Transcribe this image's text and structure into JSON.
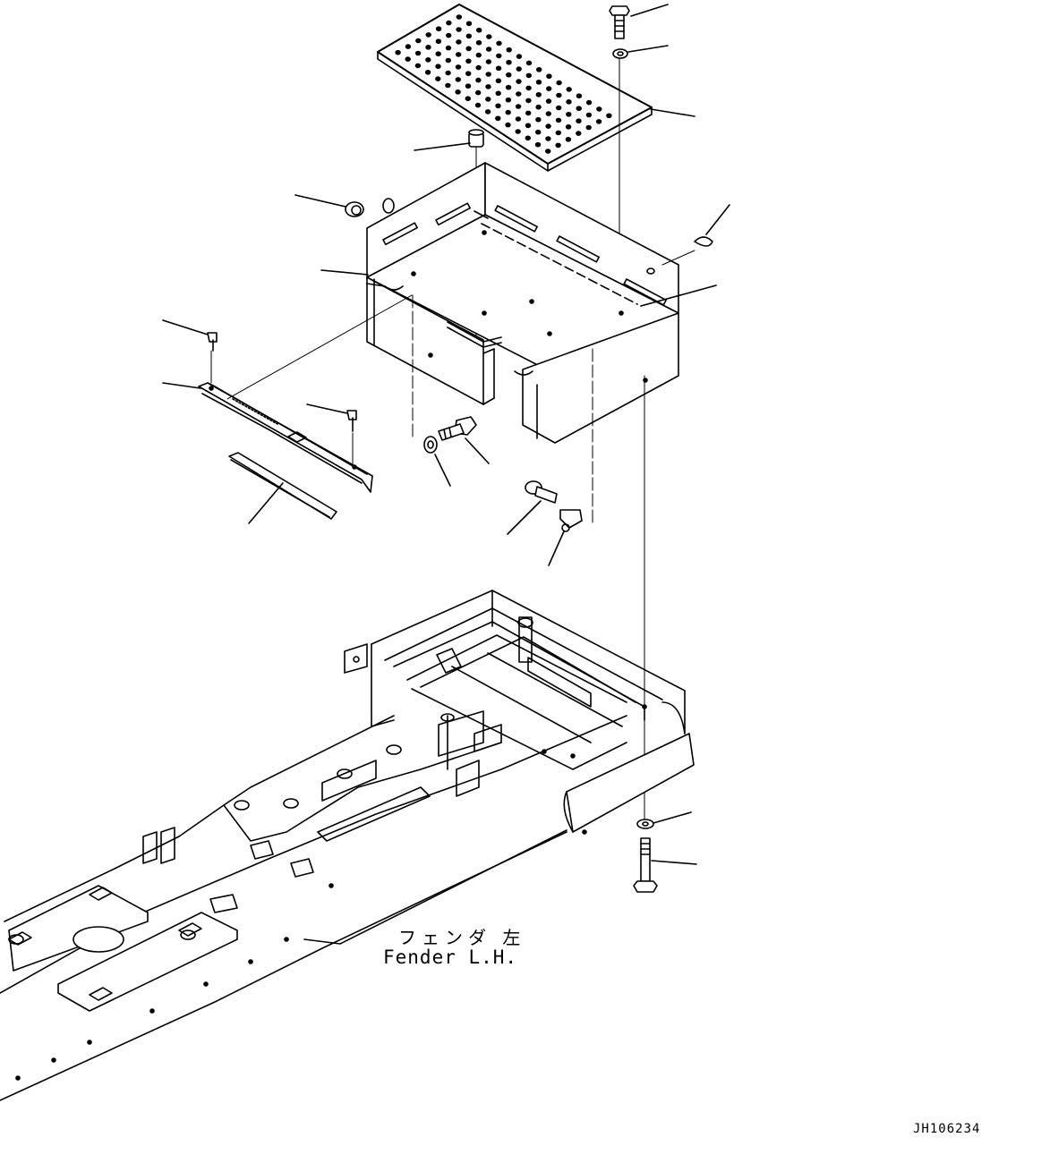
{
  "labels": {
    "fender_jp": "フェンダ 左",
    "fender_en": "Fender L.H.",
    "drawing_number": "JH106234"
  },
  "colors": {
    "line": "#000000",
    "background": "#ffffff"
  }
}
